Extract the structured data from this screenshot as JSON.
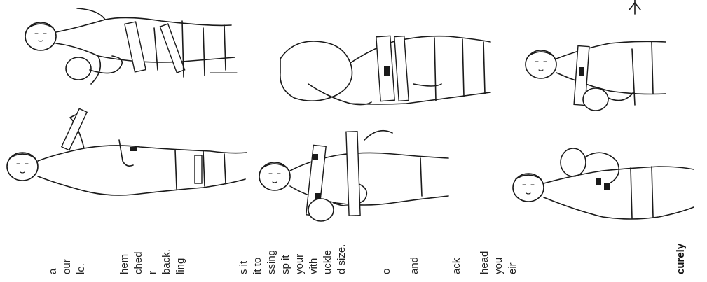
{
  "accent_color": "#1a1a1a",
  "instruction_fragments": {
    "col1": [
      "a",
      "our",
      "le."
    ],
    "col2": [
      "hem",
      "ched",
      "r",
      "back.",
      "ling"
    ],
    "col3": [
      "s it",
      "it to",
      "ssing",
      "sp it",
      "your",
      "vith",
      "uckle",
      "d size."
    ],
    "col4": [
      "o",
      "and",
      "ack",
      "head",
      "you",
      "eir"
    ],
    "col5": [
      "curely"
    ]
  },
  "illustrations": [
    "step-waist-belt-attach",
    "step-strap-swing-back",
    "step-strap-pull-front",
    "step-baby-position-chest",
    "step-belt-fasten-front",
    "step-baby-upright-hold",
    "step-final-tighten"
  ]
}
